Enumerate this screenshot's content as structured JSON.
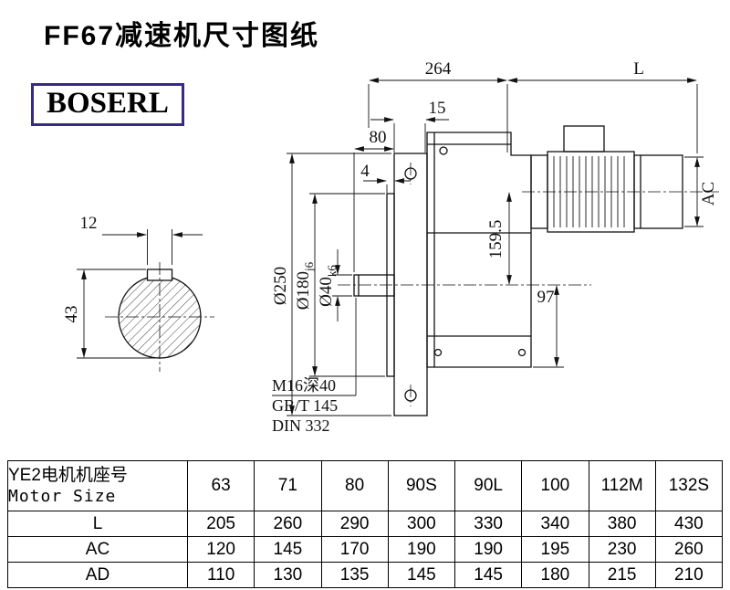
{
  "page": {
    "title": "FF67减速机尺寸图纸",
    "brand": "BOSERL",
    "colors": {
      "brand_border": "#352a86",
      "line": "#111111"
    }
  },
  "drawing": {
    "dims": {
      "overall_264": "264",
      "motor_length": "L",
      "flange_15": "15",
      "shaft_len_80": "80",
      "gap_4": "4",
      "motor_dia_ac": "AC",
      "axis_height_159_5": "159.5",
      "below_axis_97": "97",
      "flange_dia": "Ø250",
      "spigot_dia": "Ø180",
      "spigot_tol": "j6",
      "shaft_dia": "Ø40",
      "shaft_tol": "k6",
      "key_width_12": "12",
      "key_height_43": "43",
      "tap_note": "M16深40",
      "tap_std1": "GB/T 145",
      "tap_std2": "DIN 332"
    }
  },
  "table": {
    "header": {
      "line1": "YE2电机机座号",
      "line2": "Motor Size",
      "sizes": [
        "63",
        "71",
        "80",
        "90S",
        "90L",
        "100",
        "112M",
        "132S"
      ]
    },
    "rows": [
      {
        "label": "L",
        "values": [
          "205",
          "260",
          "290",
          "300",
          "330",
          "340",
          "380",
          "430"
        ]
      },
      {
        "label": "AC",
        "values": [
          "120",
          "145",
          "170",
          "190",
          "190",
          "195",
          "230",
          "260"
        ]
      },
      {
        "label": "AD",
        "values": [
          "110",
          "130",
          "135",
          "145",
          "145",
          "180",
          "215",
          "210"
        ]
      }
    ]
  }
}
